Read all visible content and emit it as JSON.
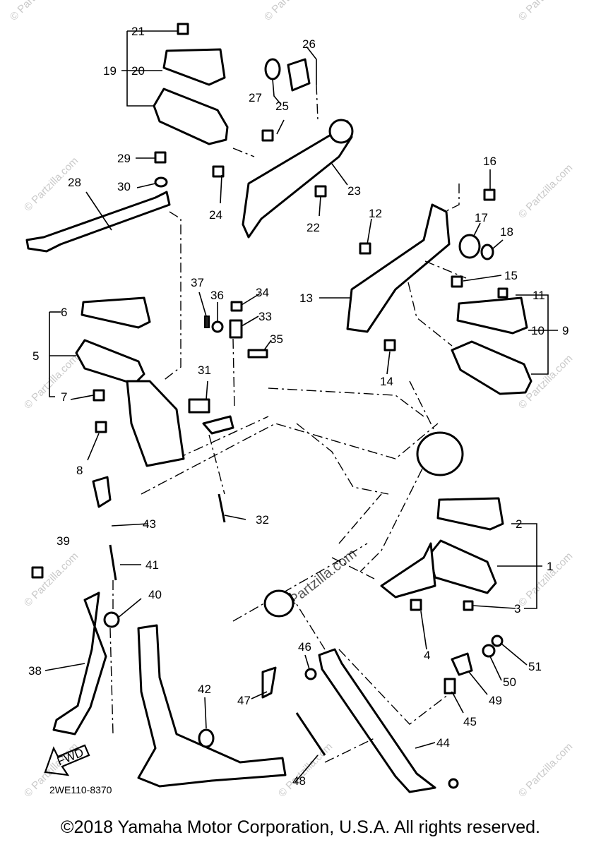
{
  "diagram_code": "2WE110-8370",
  "copyright": "©2018 Yamaha Motor Corporation, U.S.A. All rights reserved.",
  "watermark": "© Partzilla.com",
  "fwd_label": "FWD",
  "callouts": [
    "1",
    "2",
    "3",
    "4",
    "5",
    "6",
    "7",
    "8",
    "9",
    "10",
    "11",
    "12",
    "13",
    "14",
    "15",
    "16",
    "17",
    "18",
    "19",
    "20",
    "21",
    "22",
    "23",
    "24",
    "25",
    "26",
    "27",
    "28",
    "29",
    "30",
    "31",
    "32",
    "33",
    "34",
    "35",
    "36",
    "37",
    "38",
    "39",
    "40",
    "41",
    "42",
    "43",
    "44",
    "45",
    "46",
    "47",
    "48",
    "49",
    "50",
    "51"
  ]
}
